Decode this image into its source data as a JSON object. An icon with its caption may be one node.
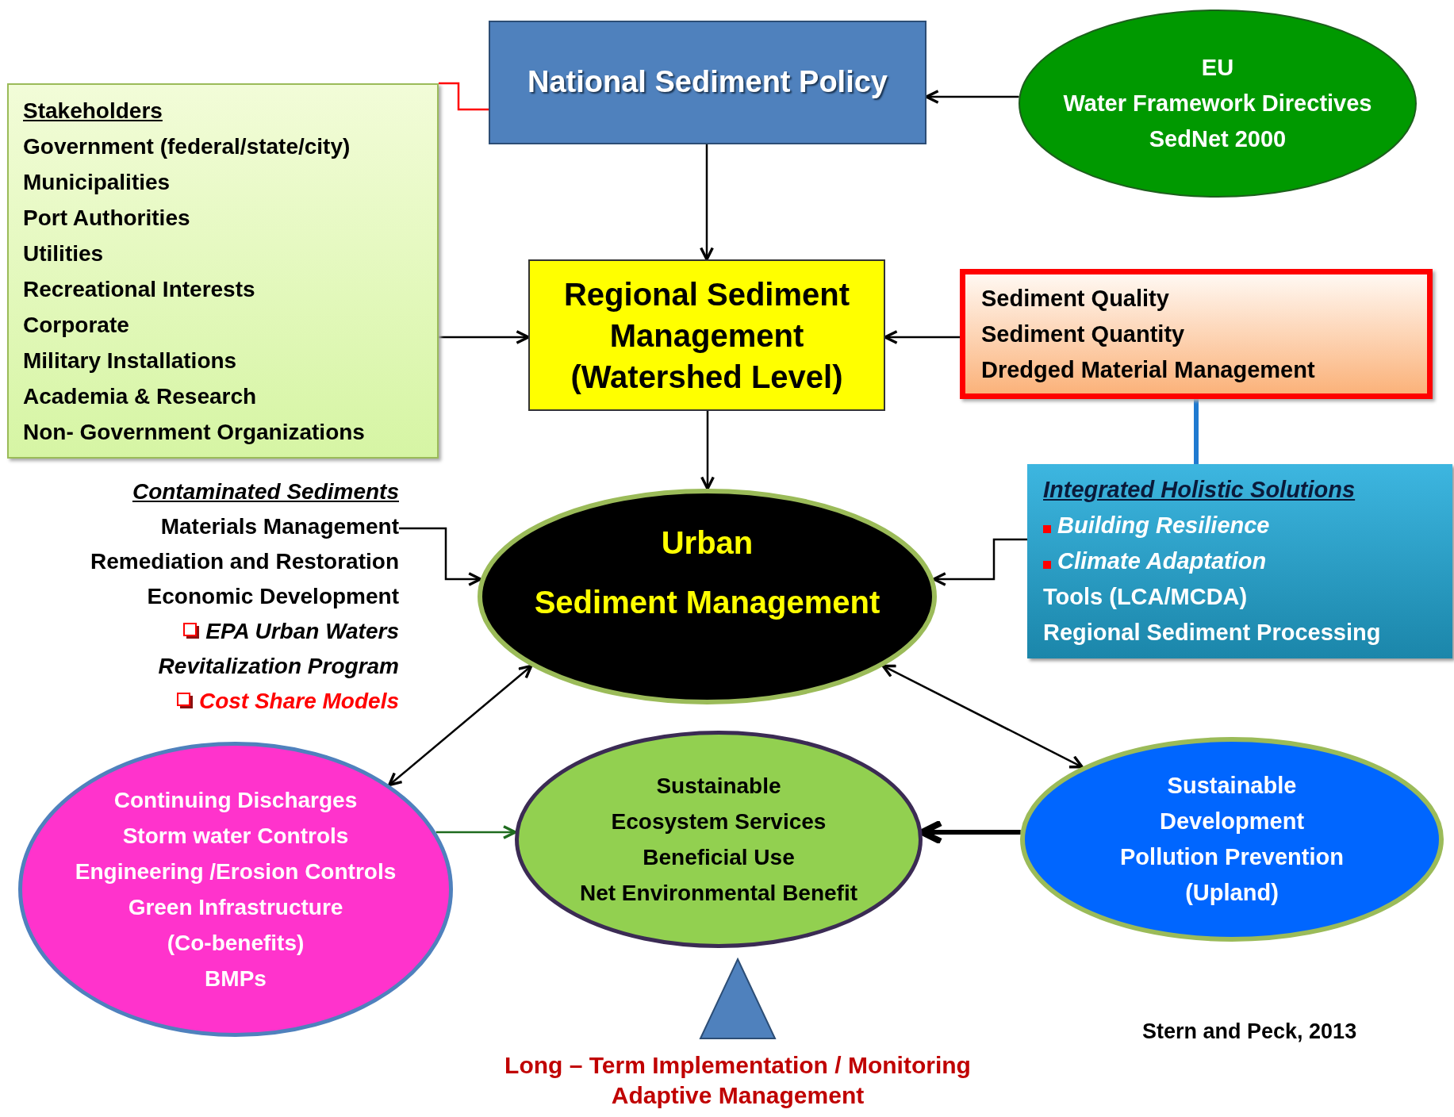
{
  "diagram": {
    "nodes": [
      {
        "text": [
          "National Sediment Policy"
        ]
      },
      {
        "text": [
          "EU",
          "Water Framework Directives",
          "SedNet 2000"
        ]
      },
      {
        "text": [
          "Stakeholders",
          "Government (federal/state/city)",
          "Municipalities",
          "Port Authorities",
          "Utilities",
          "Recreational Interests",
          "Corporate",
          "Military Installations",
          "Academia & Research",
          "Non- Government Organizations"
        ]
      },
      {
        "text": [
          "Regional Sediment Management",
          "(Watershed Level)"
        ]
      },
      {
        "text": [
          "Sediment Quality",
          "Sediment Quantity",
          "Dredged Material Management"
        ]
      },
      {
        "text": [
          "Contaminated Sediments",
          "Materials Management",
          "Remediation and Restoration",
          "Economic Development",
          "EPA Urban Waters Revitalization Program",
          "Cost Share Models"
        ]
      },
      {
        "text": [
          "Urban",
          "Sediment Management"
        ]
      },
      {
        "text": [
          "Integrated  Holistic Solutions",
          "Building Resilience",
          "Climate Adaptation",
          "Tools (LCA/MCDA)",
          "Regional Sediment Processing"
        ]
      },
      {
        "text": [
          "Continuing Discharges",
          "Storm water  Controls",
          "Engineering /Erosion Controls",
          "Green Infrastructure",
          "(Co-benefits)",
          "BMPs"
        ]
      },
      {
        "text": [
          "Sustainable",
          "Ecosystem Services",
          "Beneficial Use",
          "Net Environmental Benefit"
        ]
      },
      {
        "text": [
          "Sustainable",
          "Development",
          "Pollution Prevention",
          "(Upland)"
        ]
      },
      {
        "text": [
          "Long – Term Implementation / Monitoring",
          "Adaptive Management"
        ]
      }
    ],
    "edges": [
      {
        "from": 1,
        "to": 0,
        "arrow": "to"
      },
      {
        "from": 0,
        "to": 3,
        "arrow": "to"
      },
      {
        "from": 2,
        "to": 3,
        "arrow": "to"
      },
      {
        "from": 4,
        "to": 3,
        "arrow": "to"
      },
      {
        "from": 3,
        "to": 6,
        "arrow": "to"
      },
      {
        "from": 5,
        "to": 6,
        "arrow": "to"
      },
      {
        "from": 7,
        "to": 6,
        "arrow": "to"
      },
      {
        "from": 6,
        "to": 8,
        "arrow": "both"
      },
      {
        "from": 6,
        "to": 10,
        "arrow": "both"
      },
      {
        "from": 8,
        "to": 9,
        "arrow": "to",
        "color": "#1e6b1e"
      },
      {
        "from": 10,
        "to": 9,
        "arrow": "to",
        "style": "thick"
      },
      {
        "from": 2,
        "to": 0,
        "arrow": "none",
        "color": "#ff0000"
      },
      {
        "from": 4,
        "to": 7,
        "arrow": "none",
        "style": "thick",
        "color": "#1f7ad0"
      }
    ],
    "labels": [
      "Stern and Peck, 2013"
    ]
  }
}
